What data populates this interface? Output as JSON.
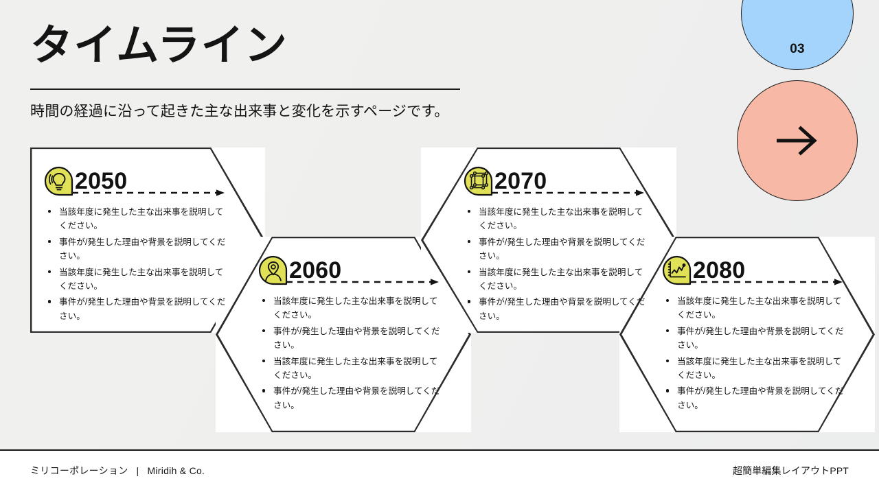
{
  "header": {
    "title": "タイムライン",
    "subtitle": "時間の経過に沿って起きた主な出来事と変化を示すページです。"
  },
  "badges": {
    "page_number": "03",
    "badge_color": "#a4d4fb",
    "arrow_circle_color": "#f7b9a5",
    "next_arrow_icon": "arrow-right-icon"
  },
  "theme": {
    "background": "#efefee",
    "accent_yellow": "#e0e156",
    "outline": "#2b2b2b",
    "text": "#141414"
  },
  "timeline": {
    "items": [
      {
        "year": "2050",
        "icon": "lightbulb-icon",
        "bullets": [
          "当該年度に発生した主な出来事を説明してください。",
          "事件が/発生した理由や背景を説明してください。",
          "当該年度に発生した主な出来事を説明してください。",
          "事件が/発生した理由や背景を説明してください。"
        ]
      },
      {
        "year": "2060",
        "icon": "map-pin-person-icon",
        "bullets": [
          "当該年度に発生した主な出来事を説明してください。",
          "事件が/発生した理由や背景を説明してください。",
          "当該年度に発生した主な出来事を説明してください。",
          "事件が/発生した理由や背景を説明してください。"
        ]
      },
      {
        "year": "2070",
        "icon": "cube-wireframe-icon",
        "bullets": [
          "当該年度に発生した主な出来事を説明してください。",
          "事件が/発生した理由や背景を説明してください。",
          "当該年度に発生した主な出来事を説明してください。",
          "事件が/発生した理由や背景を説明してください。"
        ]
      },
      {
        "year": "2080",
        "icon": "line-chart-icon",
        "bullets": [
          "当該年度に発生した主な出来事を説明してください。",
          "事件が/発生した理由や背景を説明してください。",
          "当該年度に発生した主な出来事を説明してください。",
          "事件が/発生した理由や背景を説明してください。"
        ]
      }
    ]
  },
  "footer": {
    "company_jp": "ミリコーポレーション",
    "separator": "|",
    "company_en": "Miridih & Co.",
    "tagline": "超簡単編集レイアウトPPT"
  }
}
